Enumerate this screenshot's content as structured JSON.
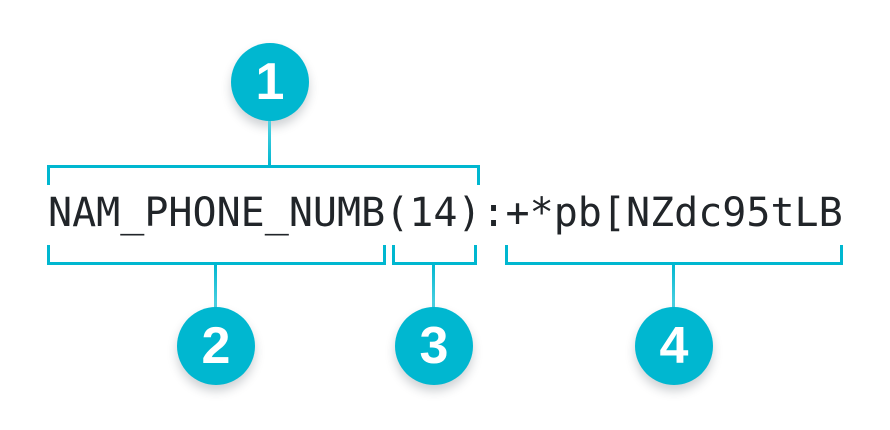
{
  "colors": {
    "accent": "#00b7d0",
    "code-text": "#212529",
    "background": "#ffffff",
    "badge-text": "#ffffff"
  },
  "code": {
    "full_string": "NAM_PHONE_NUMB(14):+*pb[NZdc95tLB",
    "segments": {
      "name": "NAM_PHONE_NUMB",
      "length": "(14)",
      "separator": ":",
      "value": "+*pb[NZdc95tLB"
    }
  },
  "callouts": [
    {
      "label": "1"
    },
    {
      "label": "2"
    },
    {
      "label": "3"
    },
    {
      "label": "4"
    }
  ]
}
